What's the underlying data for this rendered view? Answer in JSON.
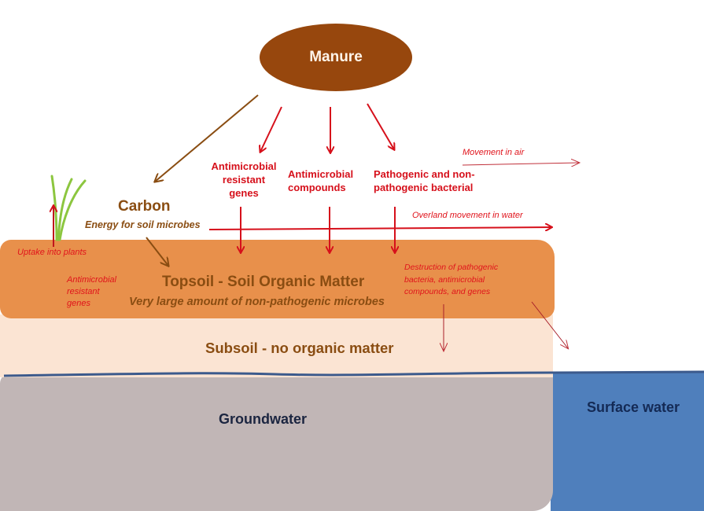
{
  "diagram": {
    "source": {
      "label": "Manure"
    },
    "outputs": [
      {
        "label": "Antimicrobial resistant genes",
        "lines": [
          "Antimicrobial",
          "resistant",
          "genes"
        ]
      },
      {
        "label": "Antimicrobial compounds",
        "lines": [
          "Antimicrobial",
          "compounds"
        ]
      },
      {
        "label": "Pathogenic and non-pathogenic bacterial",
        "lines": [
          "Pathogenic and non-",
          "pathogenic bacterial"
        ]
      }
    ],
    "carbon": {
      "title": "Carbon",
      "subtitle": "Energy for soil microbes"
    },
    "movement_air": "Movement  in air",
    "movement_water": "Overland movement  in water",
    "uptake": "Uptake into plants",
    "topsoil": {
      "title": "Topsoil - Soil Organic Matter",
      "subtitle": "Very large amount of non-pathogenic microbes",
      "side_note_lines": [
        "Antimicrobial",
        "resistant",
        "genes"
      ],
      "destruction_lines": [
        "Destruction of pathogenic",
        "bacteria, antimicrobial",
        "compounds,  and genes"
      ]
    },
    "subsoil": {
      "title": "Subsoil - no organic matter"
    },
    "groundwater": {
      "title": "Groundwater"
    },
    "surface_water": {
      "title": "Surface water"
    }
  },
  "colors": {
    "manure": "#97470d",
    "topsoil": "#e8904b",
    "subsoil": "#fbe4d3",
    "groundwater": "#c1b6b6",
    "surface_water": "#4f7fbc",
    "red_text": "#d6101b",
    "brown_text": "#8a4d12",
    "plant_green": "#8cc63f"
  }
}
